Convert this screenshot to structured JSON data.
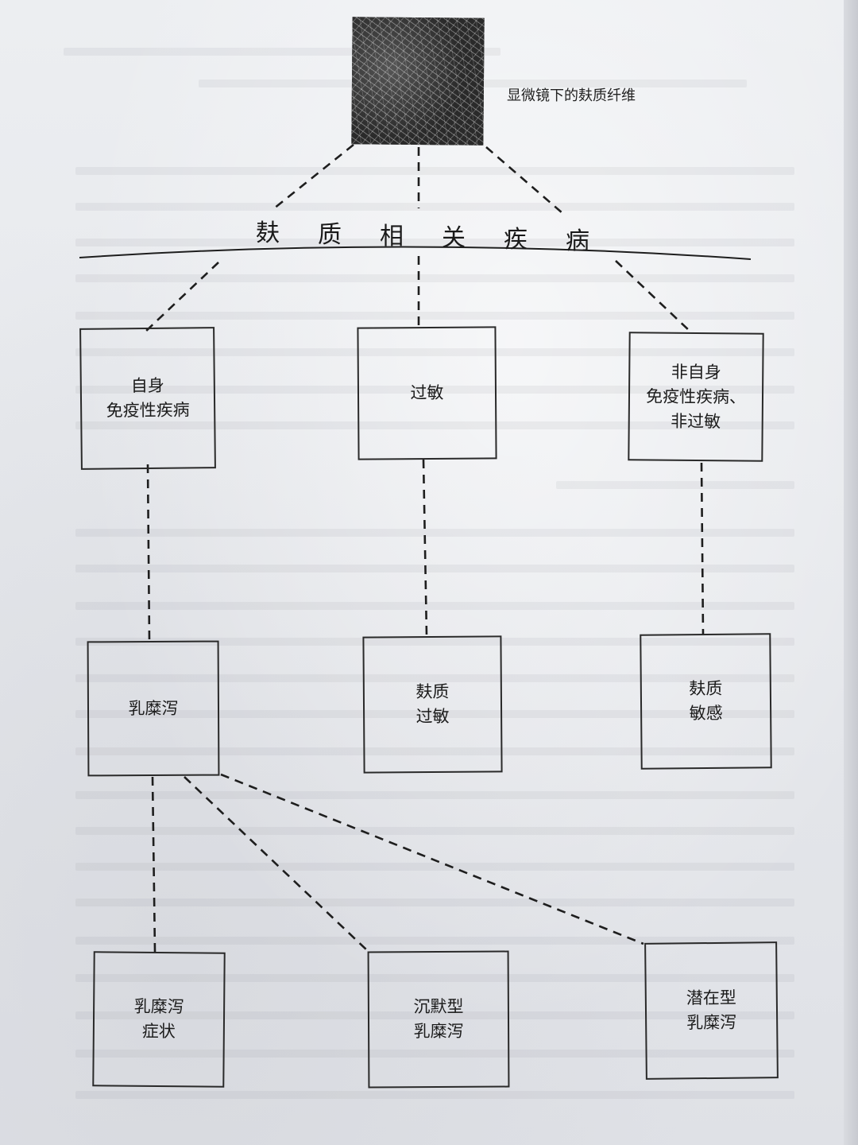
{
  "figure": {
    "caption": "显微镜下的麸质纤维",
    "title": "麸质相关疾病"
  },
  "categories": [
    {
      "label": "自身\n免疫性疾病"
    },
    {
      "label": "过敏"
    },
    {
      "label": "非自身\n免疫性疾病、\n非过敏"
    }
  ],
  "conditions": [
    {
      "label": "乳糜泻"
    },
    {
      "label": "麸质\n过敏"
    },
    {
      "label": "麸质\n敏感"
    }
  ],
  "celiac_types": [
    {
      "label": "乳糜泻\n症状"
    },
    {
      "label": "沉默型\n乳糜泻"
    },
    {
      "label": "潜在型\n乳糜泻"
    }
  ]
}
